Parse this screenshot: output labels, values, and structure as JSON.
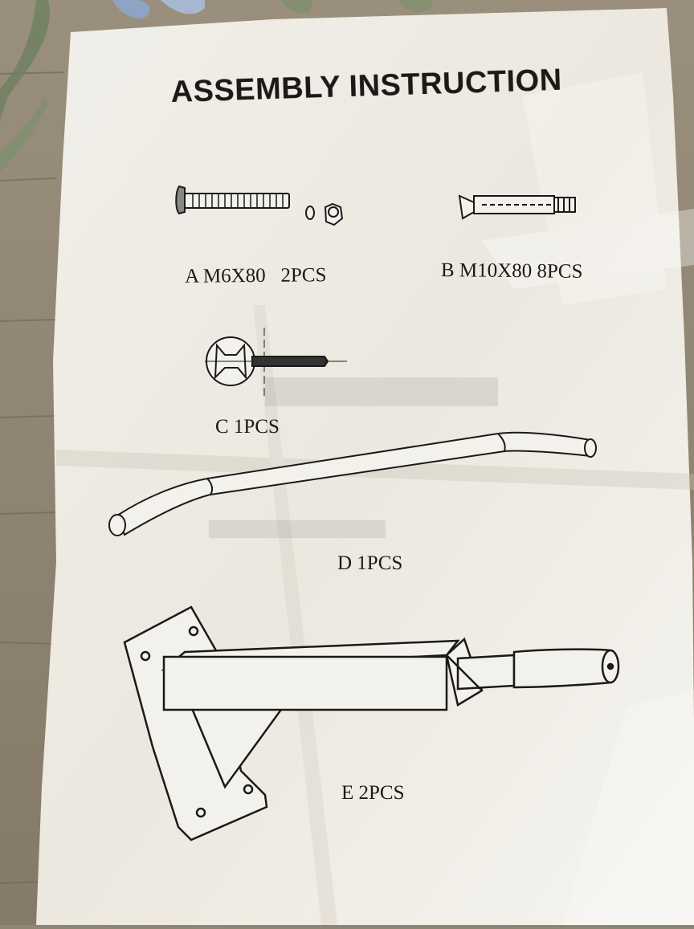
{
  "sheet": {
    "title": "ASSEMBLY INSTRUCTION",
    "parts": [
      {
        "label": "A M6X80   2PCS",
        "icon": "bolt-with-washer-and-nut"
      },
      {
        "label": "B M10X80 8PCS",
        "icon": "expansion-anchor-bolt"
      },
      {
        "label": "C 1PCS",
        "icon": "wrench-tool"
      },
      {
        "label": "D 1PCS",
        "icon": "curved-pull-up-bar"
      },
      {
        "label": "E 2PCS",
        "icon": "wall-mount-bracket"
      }
    ]
  },
  "colors": {
    "paper": "#f2efe9",
    "wood": "#8f8575",
    "ink": "#1b1a18"
  }
}
